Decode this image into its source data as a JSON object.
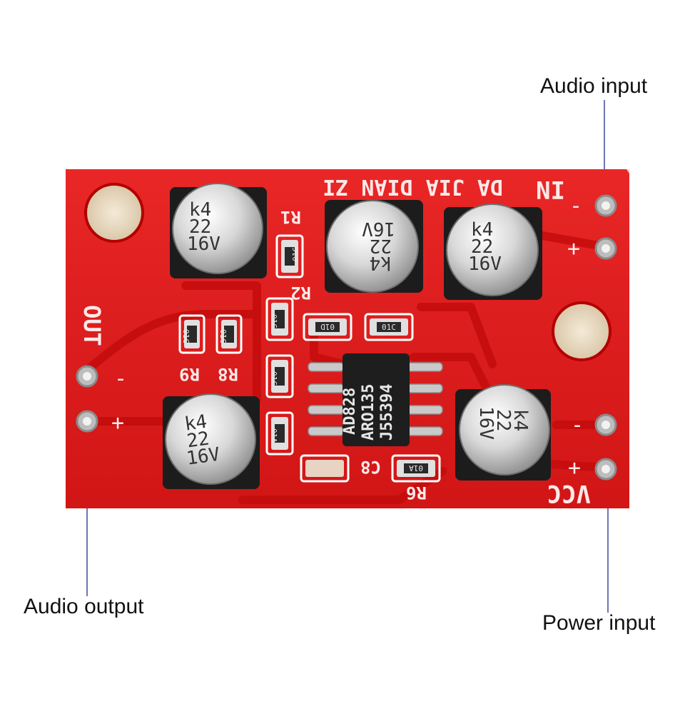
{
  "callouts": {
    "audio_input": "Audio input",
    "audio_output": "Audio output",
    "power_input": "Power input"
  },
  "board": {
    "title_silkscreen": "DA JIA DIAN ZI",
    "in_label": "IN",
    "out_label": "OUT",
    "vcc_label": "VCC",
    "minus": "-",
    "plus": "+",
    "colors": {
      "pcb_red": "#e21b1b",
      "trace_red": "#c80f0f",
      "pad_silver": "#c9c9c9",
      "leader_blue": "#3b4a9a"
    }
  },
  "capacitor": {
    "line1": "k4",
    "line2": "22",
    "line3": "16V"
  },
  "chip": {
    "line1": "AD828",
    "line2": "ARO135",
    "line3": "J55394"
  },
  "resistor_labels": {
    "r1": "R1",
    "r2": "R2",
    "r6": "R6",
    "r8": "R8",
    "r9": "R9",
    "c8": "C8"
  },
  "smd_codes": {
    "c01c": "01C",
    "c01d": "01D",
    "c01a": "01A"
  }
}
